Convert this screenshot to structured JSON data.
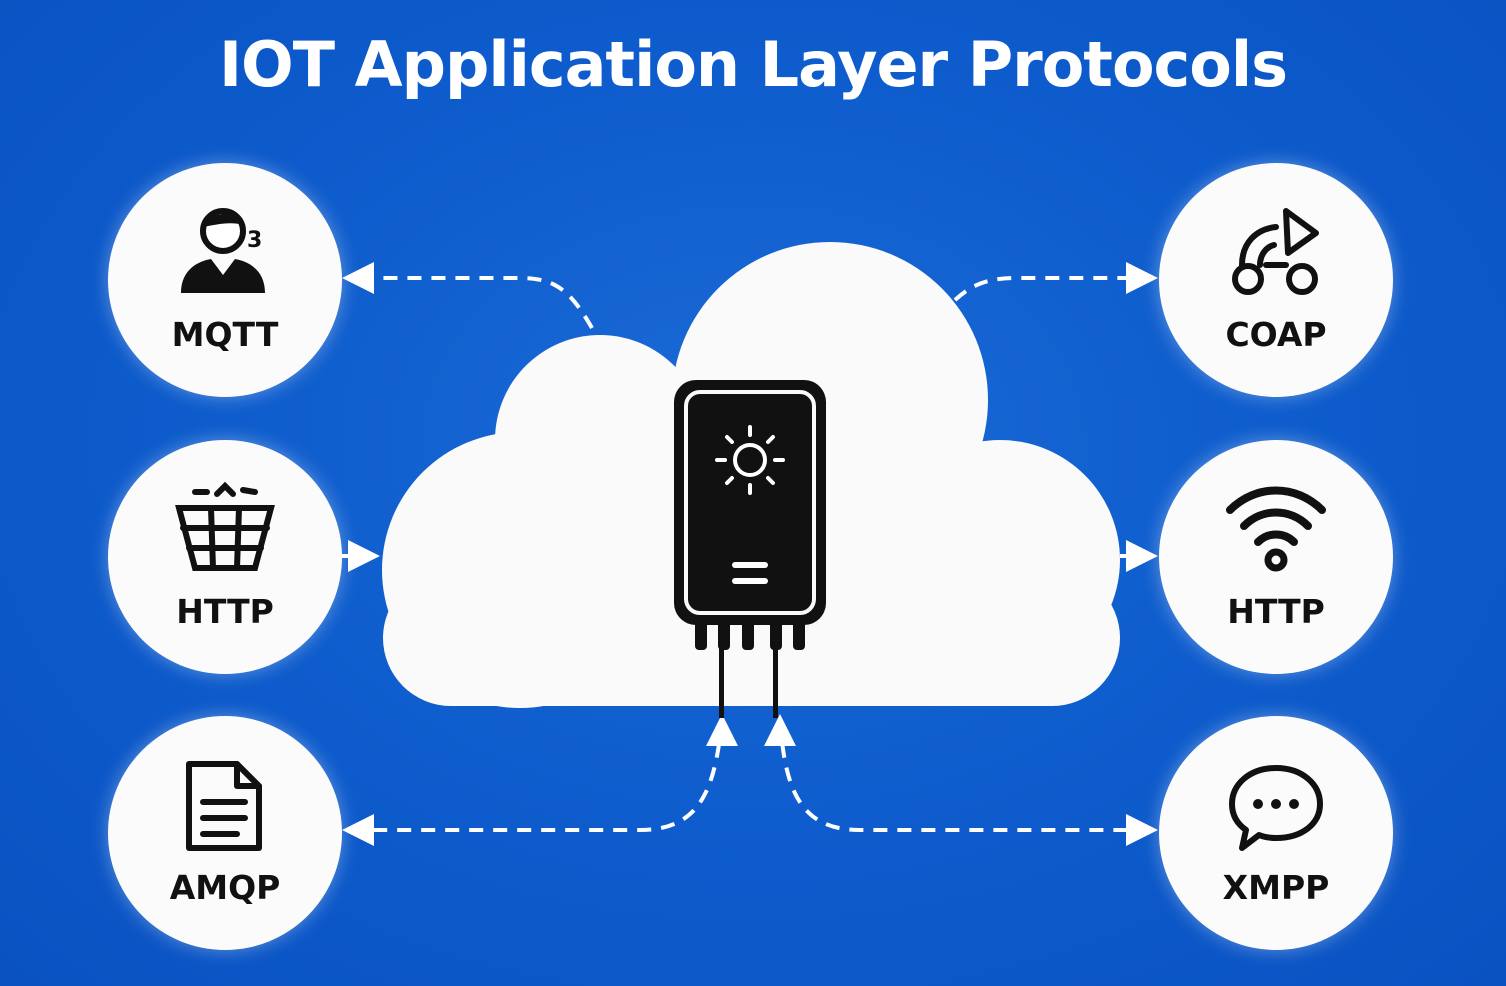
{
  "title": "IOT Application Layer Protocols",
  "colors": {
    "background": "#0d5bcc",
    "node": "#fbfbfb",
    "ink": "#111111"
  },
  "nodes": {
    "left": [
      {
        "label": "MQTT",
        "icon": "person-icon"
      },
      {
        "label": "HTTP",
        "icon": "globe-basket-icon"
      },
      {
        "label": "AMQP",
        "icon": "document-icon"
      }
    ],
    "right": [
      {
        "label": "COAP",
        "icon": "coap-signal-icon"
      },
      {
        "label": "HTTP",
        "icon": "wifi-icon"
      },
      {
        "label": "XMPP",
        "icon": "chat-bubble-icon"
      }
    ]
  },
  "center": {
    "icon": "iot-device-icon"
  }
}
